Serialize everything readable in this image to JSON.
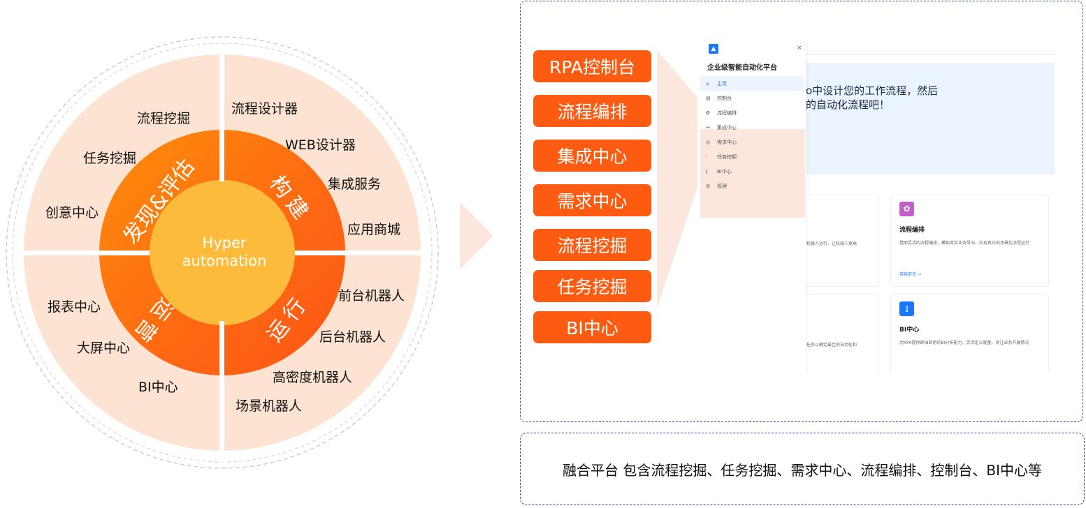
{
  "wheel": {
    "core": {
      "line1": "Hyper",
      "line2": "automation"
    },
    "colors": {
      "outer": "#fde3d1",
      "ring_light": "#fd8a0b",
      "ring_dark": "#fe5a14",
      "core": "#fdbb3b",
      "divider": "#ffffff",
      "dashed": "#c8c8c8"
    },
    "quadrants": [
      {
        "label": "发现&评估",
        "items": [
          "流程挖掘",
          "任务挖掘",
          "创意中心"
        ]
      },
      {
        "label": "构建",
        "items": [
          "流程设计器",
          "WEB设计器",
          "集成服务",
          "应用商城"
        ]
      },
      {
        "label": "运营",
        "items": [
          "报表中心",
          "大屏中心",
          "BI中心"
        ]
      },
      {
        "label": "运行",
        "items": [
          "前台机器人",
          "后台机器人",
          "高密度机器人",
          "场景机器人"
        ]
      }
    ]
  },
  "modules": {
    "accent": "#fe5b12",
    "items": [
      "RPA控制台",
      "流程编排",
      "集成中心",
      "需求中心",
      "流程挖掘",
      "任务挖掘",
      "BI中心"
    ]
  },
  "screenshot": {
    "sidebar": {
      "logo_glyph": "▲",
      "close_glyph": "×",
      "title": "企业级智能自动化平台",
      "items": [
        {
          "label": "主页",
          "icon": "⌂",
          "active": true
        },
        {
          "label": "控制台",
          "icon": "▤"
        },
        {
          "label": "流程编排",
          "icon": "✿"
        },
        {
          "label": "集成中心",
          "icon": "⚯"
        },
        {
          "label": "需求中心",
          "icon": "◎"
        },
        {
          "label": "任务挖掘",
          "icon": "⫶"
        },
        {
          "label": "BI中心",
          "icon": "⫾"
        },
        {
          "label": "管理",
          "icon": "⚙"
        }
      ]
    },
    "banner": {
      "line1": "o中设计您的工作流程，然后",
      "line2": "的自动化流程吧！"
    },
    "cards": [
      {
        "clip_text": "机器人运行，让机器人更高"
      },
      {
        "title": "流程编排",
        "icon": "✿",
        "icon_color": "#c25fc8",
        "desc": "借助灵活的流程编排，模拟真实业务导向，实现真正的场景化流程运行",
        "link": "带我前往 →"
      },
      {
        "clip_text": "任务以确定最佳的自动化和"
      },
      {
        "title": "BI中心",
        "icon": "⫾",
        "icon_color": "#1677ff",
        "desc": "为RPA提供即插即用的BI分析能力，灵活定义度量，关注业务开展情况"
      }
    ]
  },
  "summary": "融合平台 包含流程挖掘、任务挖掘、需求中心、流程编排、控制台、BI中心等"
}
